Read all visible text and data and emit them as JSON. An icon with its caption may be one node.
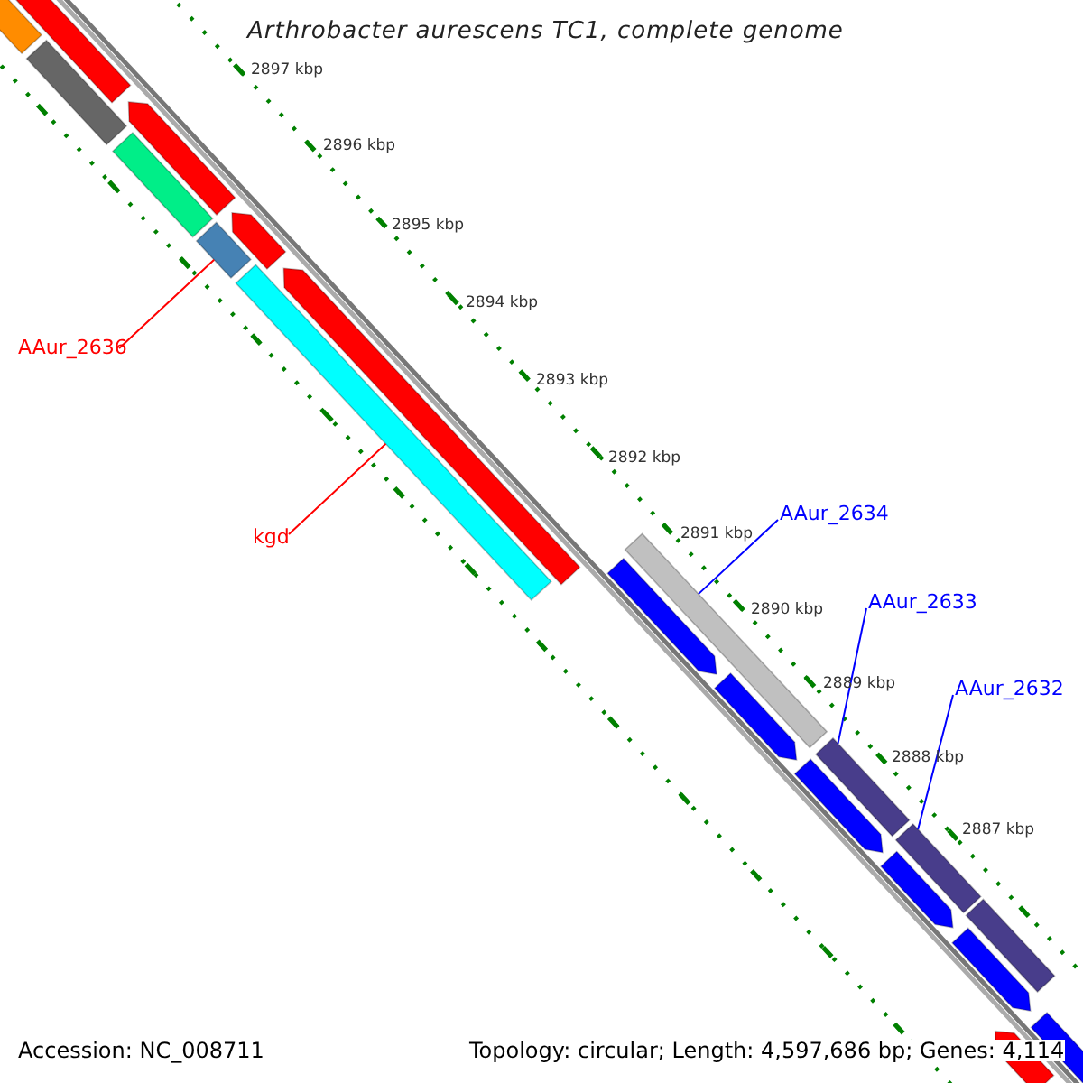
{
  "diagram": {
    "title": "Arthrobacter aurescens TC1, complete genome",
    "nodes": [
      {
        "text": [
          "AAur_2636"
        ]
      },
      {
        "text": [
          "kgd"
        ]
      },
      {
        "text": [
          "AAur_2634"
        ]
      },
      {
        "text": [
          "AAur_2633"
        ]
      },
      {
        "text": [
          "AAur_2632"
        ]
      },
      {
        "text": [],
        "shape": "arrow"
      },
      {
        "text": [],
        "shape": "bar"
      },
      {
        "text": [],
        "shape": "bar"
      },
      {
        "text": [],
        "shape": "arrow"
      },
      {
        "text": [],
        "shape": "bar"
      },
      {
        "text": [],
        "shape": "bar"
      },
      {
        "text": [],
        "shape": "arrow"
      },
      {
        "text": [],
        "shape": "bar"
      },
      {
        "text": [],
        "shape": "arrow"
      },
      {
        "text": [],
        "shape": "bar"
      },
      {
        "text": [],
        "shape": "arrow"
      },
      {
        "text": [],
        "shape": "arrow"
      },
      {
        "text": [],
        "shape": "bar"
      },
      {
        "text": [],
        "shape": "arrow"
      },
      {
        "text": [],
        "shape": "bar"
      },
      {
        "text": [],
        "shape": "arrow"
      },
      {
        "text": [],
        "shape": "bar"
      },
      {
        "text": [],
        "shape": "arrow"
      },
      {
        "text": [],
        "shape": "arrow"
      },
      {
        "text": [],
        "shape": "arrow"
      }
    ],
    "edges": [
      {
        "from": 0,
        "to": 10,
        "arrow": "none",
        "color": "#ff0000"
      },
      {
        "from": 1,
        "to": 12,
        "arrow": "none",
        "color": "#ff0000"
      },
      {
        "from": 2,
        "to": 14,
        "arrow": "none"
      },
      {
        "from": 3,
        "to": 17,
        "arrow": "none"
      },
      {
        "from": 4,
        "to": 19,
        "arrow": "none"
      }
    ],
    "labels": [
      "2897 kbp",
      "2896 kbp",
      "2895 kbp",
      "2894 kbp",
      "2893 kbp",
      "2892 kbp",
      "2891 kbp",
      "2890 kbp",
      "2889 kbp",
      "2888 kbp",
      "2887 kbp",
      "Accession: NC_008711",
      "Topology: circular; Length: 4,597,686 bp; Genes: 4,114"
    ]
  }
}
